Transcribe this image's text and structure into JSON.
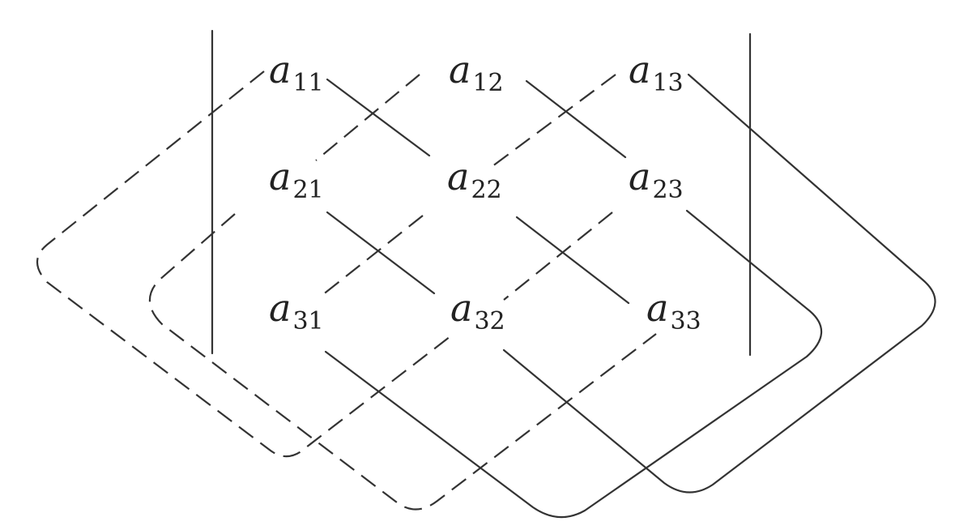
{
  "matrix": {
    "symbol": "a",
    "entries": [
      {
        "row": 1,
        "col": 1,
        "subscript": "11"
      },
      {
        "row": 1,
        "col": 2,
        "subscript": "12"
      },
      {
        "row": 1,
        "col": 3,
        "subscript": "13"
      },
      {
        "row": 2,
        "col": 1,
        "subscript": "21"
      },
      {
        "row": 2,
        "col": 2,
        "subscript": "22"
      },
      {
        "row": 2,
        "col": 3,
        "subscript": "23"
      },
      {
        "row": 3,
        "col": 1,
        "subscript": "31"
      },
      {
        "row": 3,
        "col": 2,
        "subscript": "32"
      },
      {
        "row": 3,
        "col": 3,
        "subscript": "33"
      }
    ]
  },
  "colors": {
    "ink": "#222222",
    "line": "#333333",
    "background": "#ffffff"
  }
}
